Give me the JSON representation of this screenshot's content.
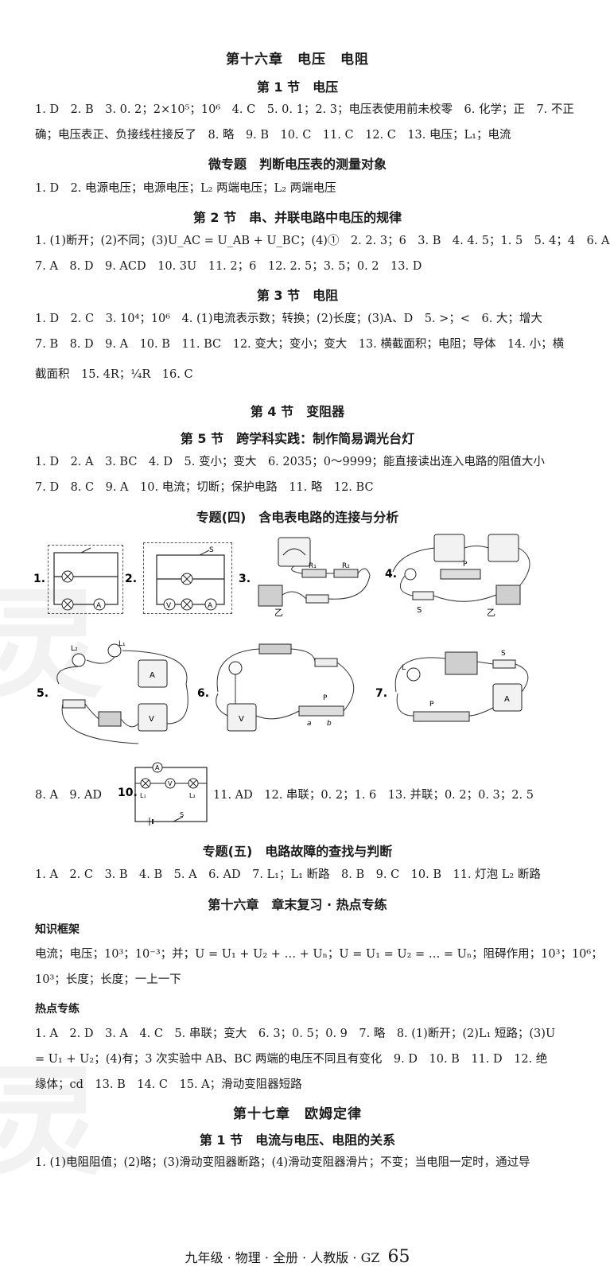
{
  "chapter16_title": "第十六章　电压　电阻",
  "sec1_title": "第 1 节　电压",
  "sec1_l1": "1. D　2. B　3. 0. 2；2×10⁵；10⁶　4. C　5. 0. 1；2. 3；电压表使用前未校零　6. 化学；正　7. 不正",
  "sec1_l2": "确；电压表正、负接线柱接反了　8. 略　9. B　10. C　11. C　12. C　13. 电压；L₁；电流",
  "micro_title": "微专题　判断电压表的测量对象",
  "micro_l1": "1. D　2. 电源电压；电源电压；L₂ 两端电压；L₂ 两端电压",
  "sec2_title": "第 2 节　串、并联电路中电压的规律",
  "sec2_l1": "1. (1)断开；(2)不同；(3)U_AC = U_AB + U_BC；(4)①　2. 2. 3；6　3. B　4. 4. 5；1. 5　5. 4；4　6. A",
  "sec2_l2": "7. A　8. D　9. ACD　10. 3U　11. 2；6　12. 2. 5；3. 5；0. 2　13. D",
  "sec3_title": "第 3 节　电阻",
  "sec3_l1": "1. D　2. C　3. 10⁴；10⁶　4. (1)电流表示数；转换；(2)长度；(3)A、D　5. >；<　6. 大；增大",
  "sec3_l2": "7. B　8. D　9. A　10. B　11. BC　12. 变大；变小；变大　13. 横截面积；电阻；导体　14. 小；横",
  "sec3_l3": "截面积　15. 4R；¼R　16. C",
  "sec4_title": "第 4 节　变阻器",
  "sec5_title": "第 5 节　跨学科实践：制作简易调光台灯",
  "sec5_l1": "1. D　2. A　3. BC　4. D　5. 变小；变大　6. 2035；0～9999；能直接读出连入电路的阻值大小",
  "sec5_l2": "7. D　8. C　9. A　10. 电流；切断；保护电路　11. 略　12. BC",
  "topic4_title": "专题(四)　含电表电路的连接与分析",
  "fig_labels": {
    "n1": "1.",
    "n2": "2.",
    "n3": "3.",
    "n4": "4.",
    "n5": "5.",
    "n6": "6.",
    "n7": "7.",
    "n10": "10.",
    "yi": "乙",
    "S": "S",
    "P": "P",
    "L": "L",
    "L1": "L₁",
    "L2": "L₂",
    "A": "A",
    "V": "V",
    "R1": "R₁",
    "R2": "R₂",
    "a": "a",
    "b": "b"
  },
  "topic4_l1a": "8. A　9. AD",
  "topic4_l1b": "11. AD　12. 串联；0. 2；1. 6　13. 并联；0. 2；0. 3；2. 5",
  "topic5_title": "专题(五)　电路故障的查找与判断",
  "topic5_l1": "1. A　2. C　3. B　4. B　5. A　6. AD　7. L₁；L₁ 断路　8. B　9. C　10. B　11. 灯泡 L₂ 断路",
  "review_title": "第十六章　章末复习 · 热点专练",
  "kf_title": "知识框架",
  "kf_l1": "电流；电压；10³；10⁻³；并；U = U₁ + U₂ + … + Uₙ；U = U₁ = U₂ = … = Uₙ；阻碍作用；10³；10⁶；",
  "kf_l2": "10³；长度；长度；一上一下",
  "hot_title": "热点专练",
  "hot_l1": "1. A　2. D　3. A　4. C　5. 串联；变大　6. 3；0. 5；0. 9　7. 略　8. (1)断开；(2)L₁ 短路；(3)U",
  "hot_l2": "= U₁ + U₂；(4)有；3 次实验中 AB、BC 两端的电压不同且有变化　9. D　10. B　11. D　12. 绝",
  "hot_l3": "缘体；cd　13. B　14. C　15. A；滑动变阻器短路",
  "chapter17_title": "第十七章　欧姆定律",
  "c17s1_title": "第 1 节　电流与电压、电阻的关系",
  "c17s1_l1": "1. (1)电阻阻值；(2)略；(3)滑动变阻器断路；(4)滑动变阻器滑片；不变；当电阻一定时，通过导",
  "footer_text": "九年级 · 物理 · 全册 · 人教版 · GZ",
  "footer_page": "65"
}
